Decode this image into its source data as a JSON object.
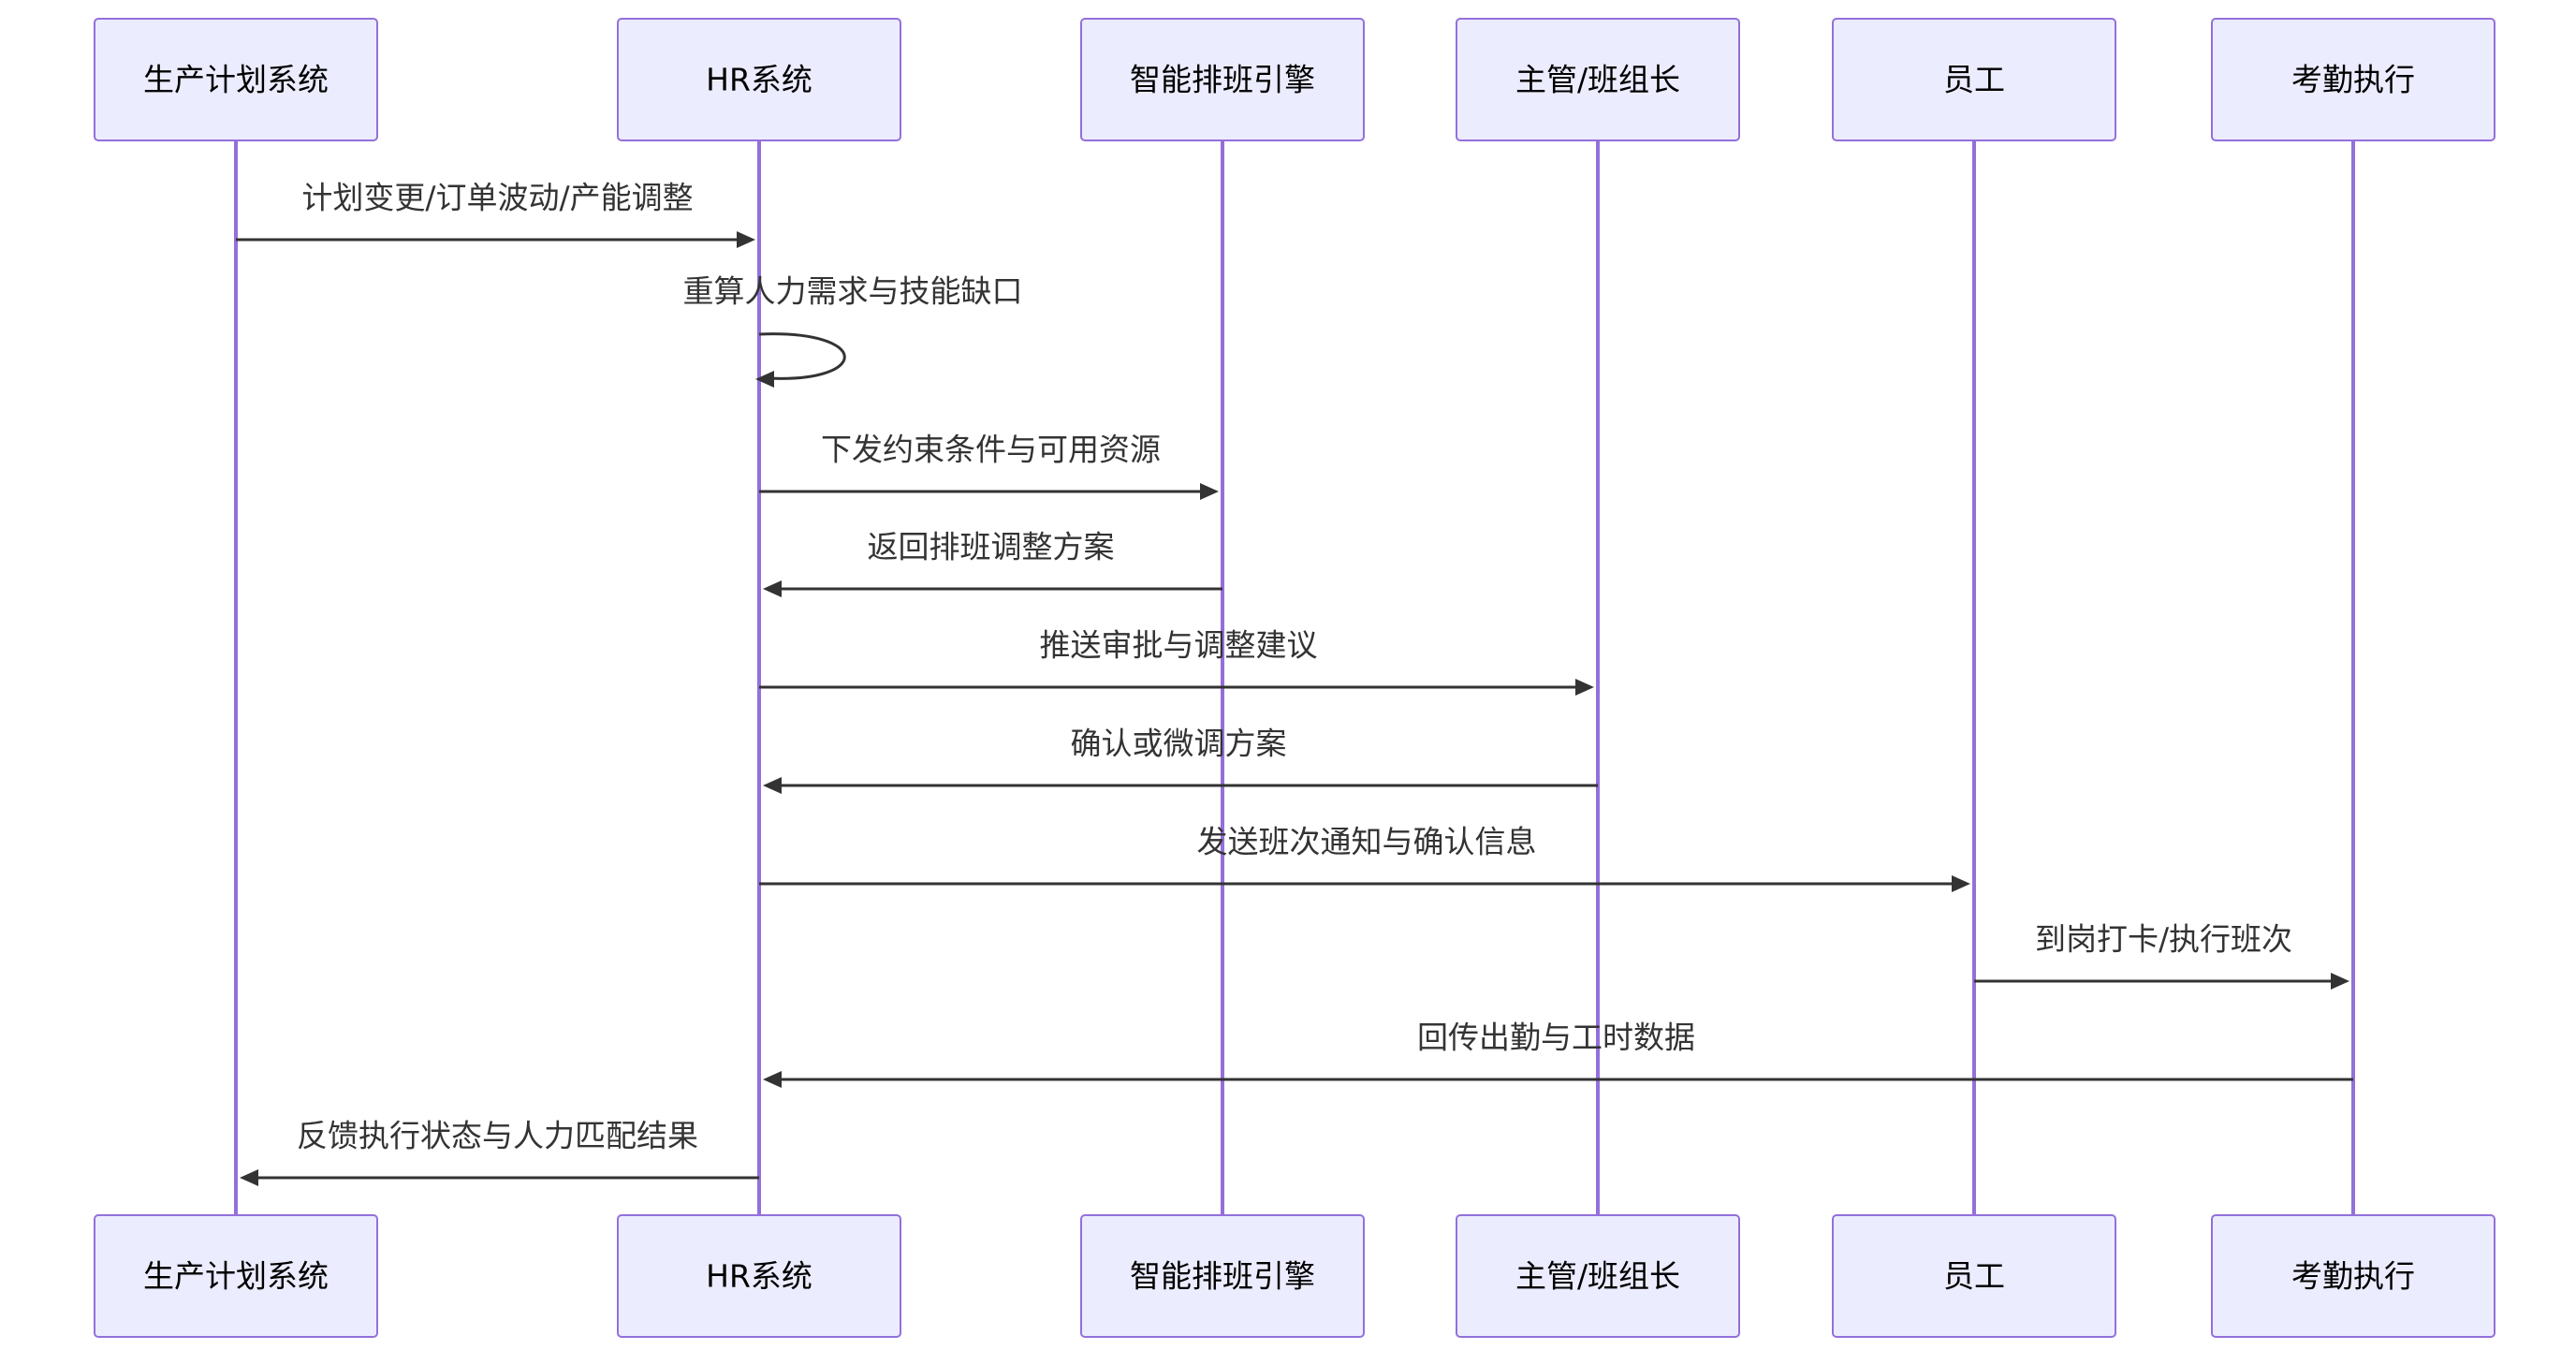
{
  "colors": {
    "actor_fill": "#ececff",
    "actor_stroke": "#9370db",
    "lifeline": "#9370db",
    "message_line": "#333333",
    "text": "#333333"
  },
  "participants": [
    {
      "id": "plan",
      "label": "生产计划系统"
    },
    {
      "id": "hr",
      "label": "HR系统"
    },
    {
      "id": "engine",
      "label": "智能排班引擎"
    },
    {
      "id": "supervisor",
      "label": "主管/班组长"
    },
    {
      "id": "employee",
      "label": "员工"
    },
    {
      "id": "attendance",
      "label": "考勤执行"
    }
  ],
  "messages": [
    {
      "from": "plan",
      "to": "hr",
      "label": "计划变更/订单波动/产能调整"
    },
    {
      "from": "hr",
      "to": "hr",
      "label": "重算人力需求与技能缺口"
    },
    {
      "from": "hr",
      "to": "engine",
      "label": "下发约束条件与可用资源"
    },
    {
      "from": "engine",
      "to": "hr",
      "label": "返回排班调整方案"
    },
    {
      "from": "hr",
      "to": "supervisor",
      "label": "推送审批与调整建议"
    },
    {
      "from": "supervisor",
      "to": "hr",
      "label": "确认或微调方案"
    },
    {
      "from": "hr",
      "to": "employee",
      "label": "发送班次通知与确认信息"
    },
    {
      "from": "employee",
      "to": "attendance",
      "label": "到岗打卡/执行班次"
    },
    {
      "from": "attendance",
      "to": "hr",
      "label": "回传出勤与工时数据"
    },
    {
      "from": "hr",
      "to": "plan",
      "label": "反馈执行状态与人力匹配结果"
    }
  ]
}
